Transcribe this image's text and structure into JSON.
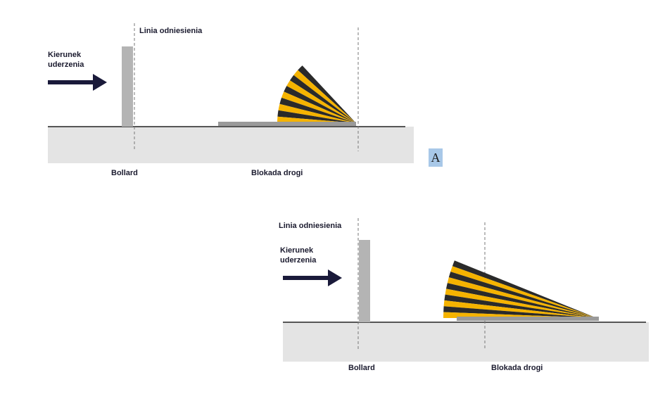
{
  "diagrams": [
    {
      "reference_line_label": "Linia odniesienia",
      "impact_label_line1": "Kierunek",
      "impact_label_line2": "uderzenia",
      "bollard_label": "Bollard",
      "roadblock_label": "Blokada drogi"
    },
    {
      "reference_line_label": "Linia odniesienia",
      "impact_label_line1": "Kierunek",
      "impact_label_line2": "uderzenia",
      "bollard_label": "Bollard",
      "roadblock_label": "Blokada drogi"
    }
  ],
  "marker_label": "A",
  "colors": {
    "stripe_yellow": "#f5b300",
    "stripe_dark": "#2a2a2a",
    "bollard": "#b4b4b4",
    "ground": "#e4e4e4",
    "arrow": "#1a1a3a"
  }
}
